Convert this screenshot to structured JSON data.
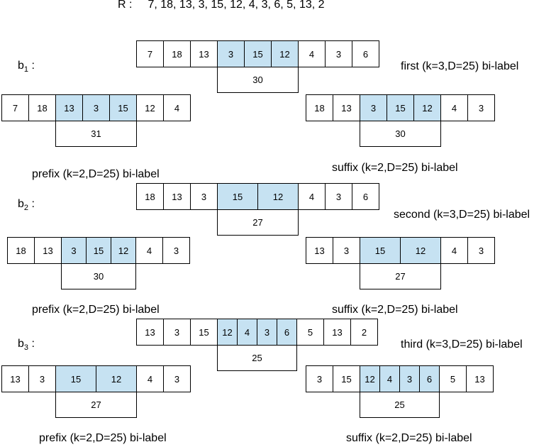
{
  "header": {
    "label": "R :",
    "values": "7, 18, 13, 3, 15, 12, 4, 3, 6, 5, 13, 2"
  },
  "rows": [
    {
      "name": "b",
      "sub": "1",
      "colon": ":"
    },
    {
      "name": "b",
      "sub": "2",
      "colon": ":"
    },
    {
      "name": "b",
      "sub": "3",
      "colon": ":"
    }
  ],
  "blocks": [
    {
      "id": "b1-main",
      "left": [
        "7",
        "18",
        "13"
      ],
      "window": [
        "3",
        "15",
        "12"
      ],
      "sum": "30",
      "right": [
        "4",
        "3",
        "6"
      ],
      "label": "first (k=3,D=25) bi-label"
    },
    {
      "id": "b1-prefix",
      "left": [
        "7",
        "18"
      ],
      "window": [
        "13",
        "3",
        "15"
      ],
      "sum": "31",
      "right": [
        "12",
        "4"
      ],
      "label": "prefix (k=2,D=25) bi-label"
    },
    {
      "id": "b1-suffix",
      "left": [
        "18",
        "13"
      ],
      "window": [
        "3",
        "15",
        "12"
      ],
      "sum": "30",
      "right": [
        "4",
        "3"
      ],
      "label": "suffix (k=2,D=25) bi-label"
    },
    {
      "id": "b2-main",
      "left": [
        "18",
        "13",
        "3"
      ],
      "window": [
        "15",
        "12"
      ],
      "sum": "27",
      "right": [
        "4",
        "3",
        "6"
      ],
      "label": "second (k=3,D=25) bi-label"
    },
    {
      "id": "b2-prefix",
      "left": [
        "18",
        "13"
      ],
      "window": [
        "3",
        "15",
        "12"
      ],
      "sum": "30",
      "right": [
        "4",
        "3"
      ],
      "label": "prefix (k=2,D=25) bi-label"
    },
    {
      "id": "b2-suffix",
      "left": [
        "13",
        "3"
      ],
      "window": [
        "15",
        "12"
      ],
      "sum": "27",
      "right": [
        "4",
        "3"
      ],
      "label": "suffix (k=2,D=25) bi-label"
    },
    {
      "id": "b3-main",
      "left": [
        "13",
        "3",
        "15"
      ],
      "window": [
        "12",
        "4",
        "3",
        "6"
      ],
      "sum": "25",
      "right": [
        "5",
        "13",
        "2"
      ],
      "label": "third (k=3,D=25) bi-label"
    },
    {
      "id": "b3-prefix",
      "left": [
        "13",
        "3"
      ],
      "window": [
        "15",
        "12"
      ],
      "sum": "27",
      "right": [
        "4",
        "3"
      ],
      "label": "prefix (k=2,D=25) bi-label"
    },
    {
      "id": "b3-suffix",
      "left": [
        "3",
        "15"
      ],
      "window": [
        "12",
        "4",
        "3",
        "6"
      ],
      "sum": "25",
      "right": [
        "5",
        "13"
      ],
      "label": "suffix (k=2,D=25) bi-label"
    }
  ],
  "colors": {
    "highlight": "#c6e2f2",
    "border": "#000000"
  }
}
